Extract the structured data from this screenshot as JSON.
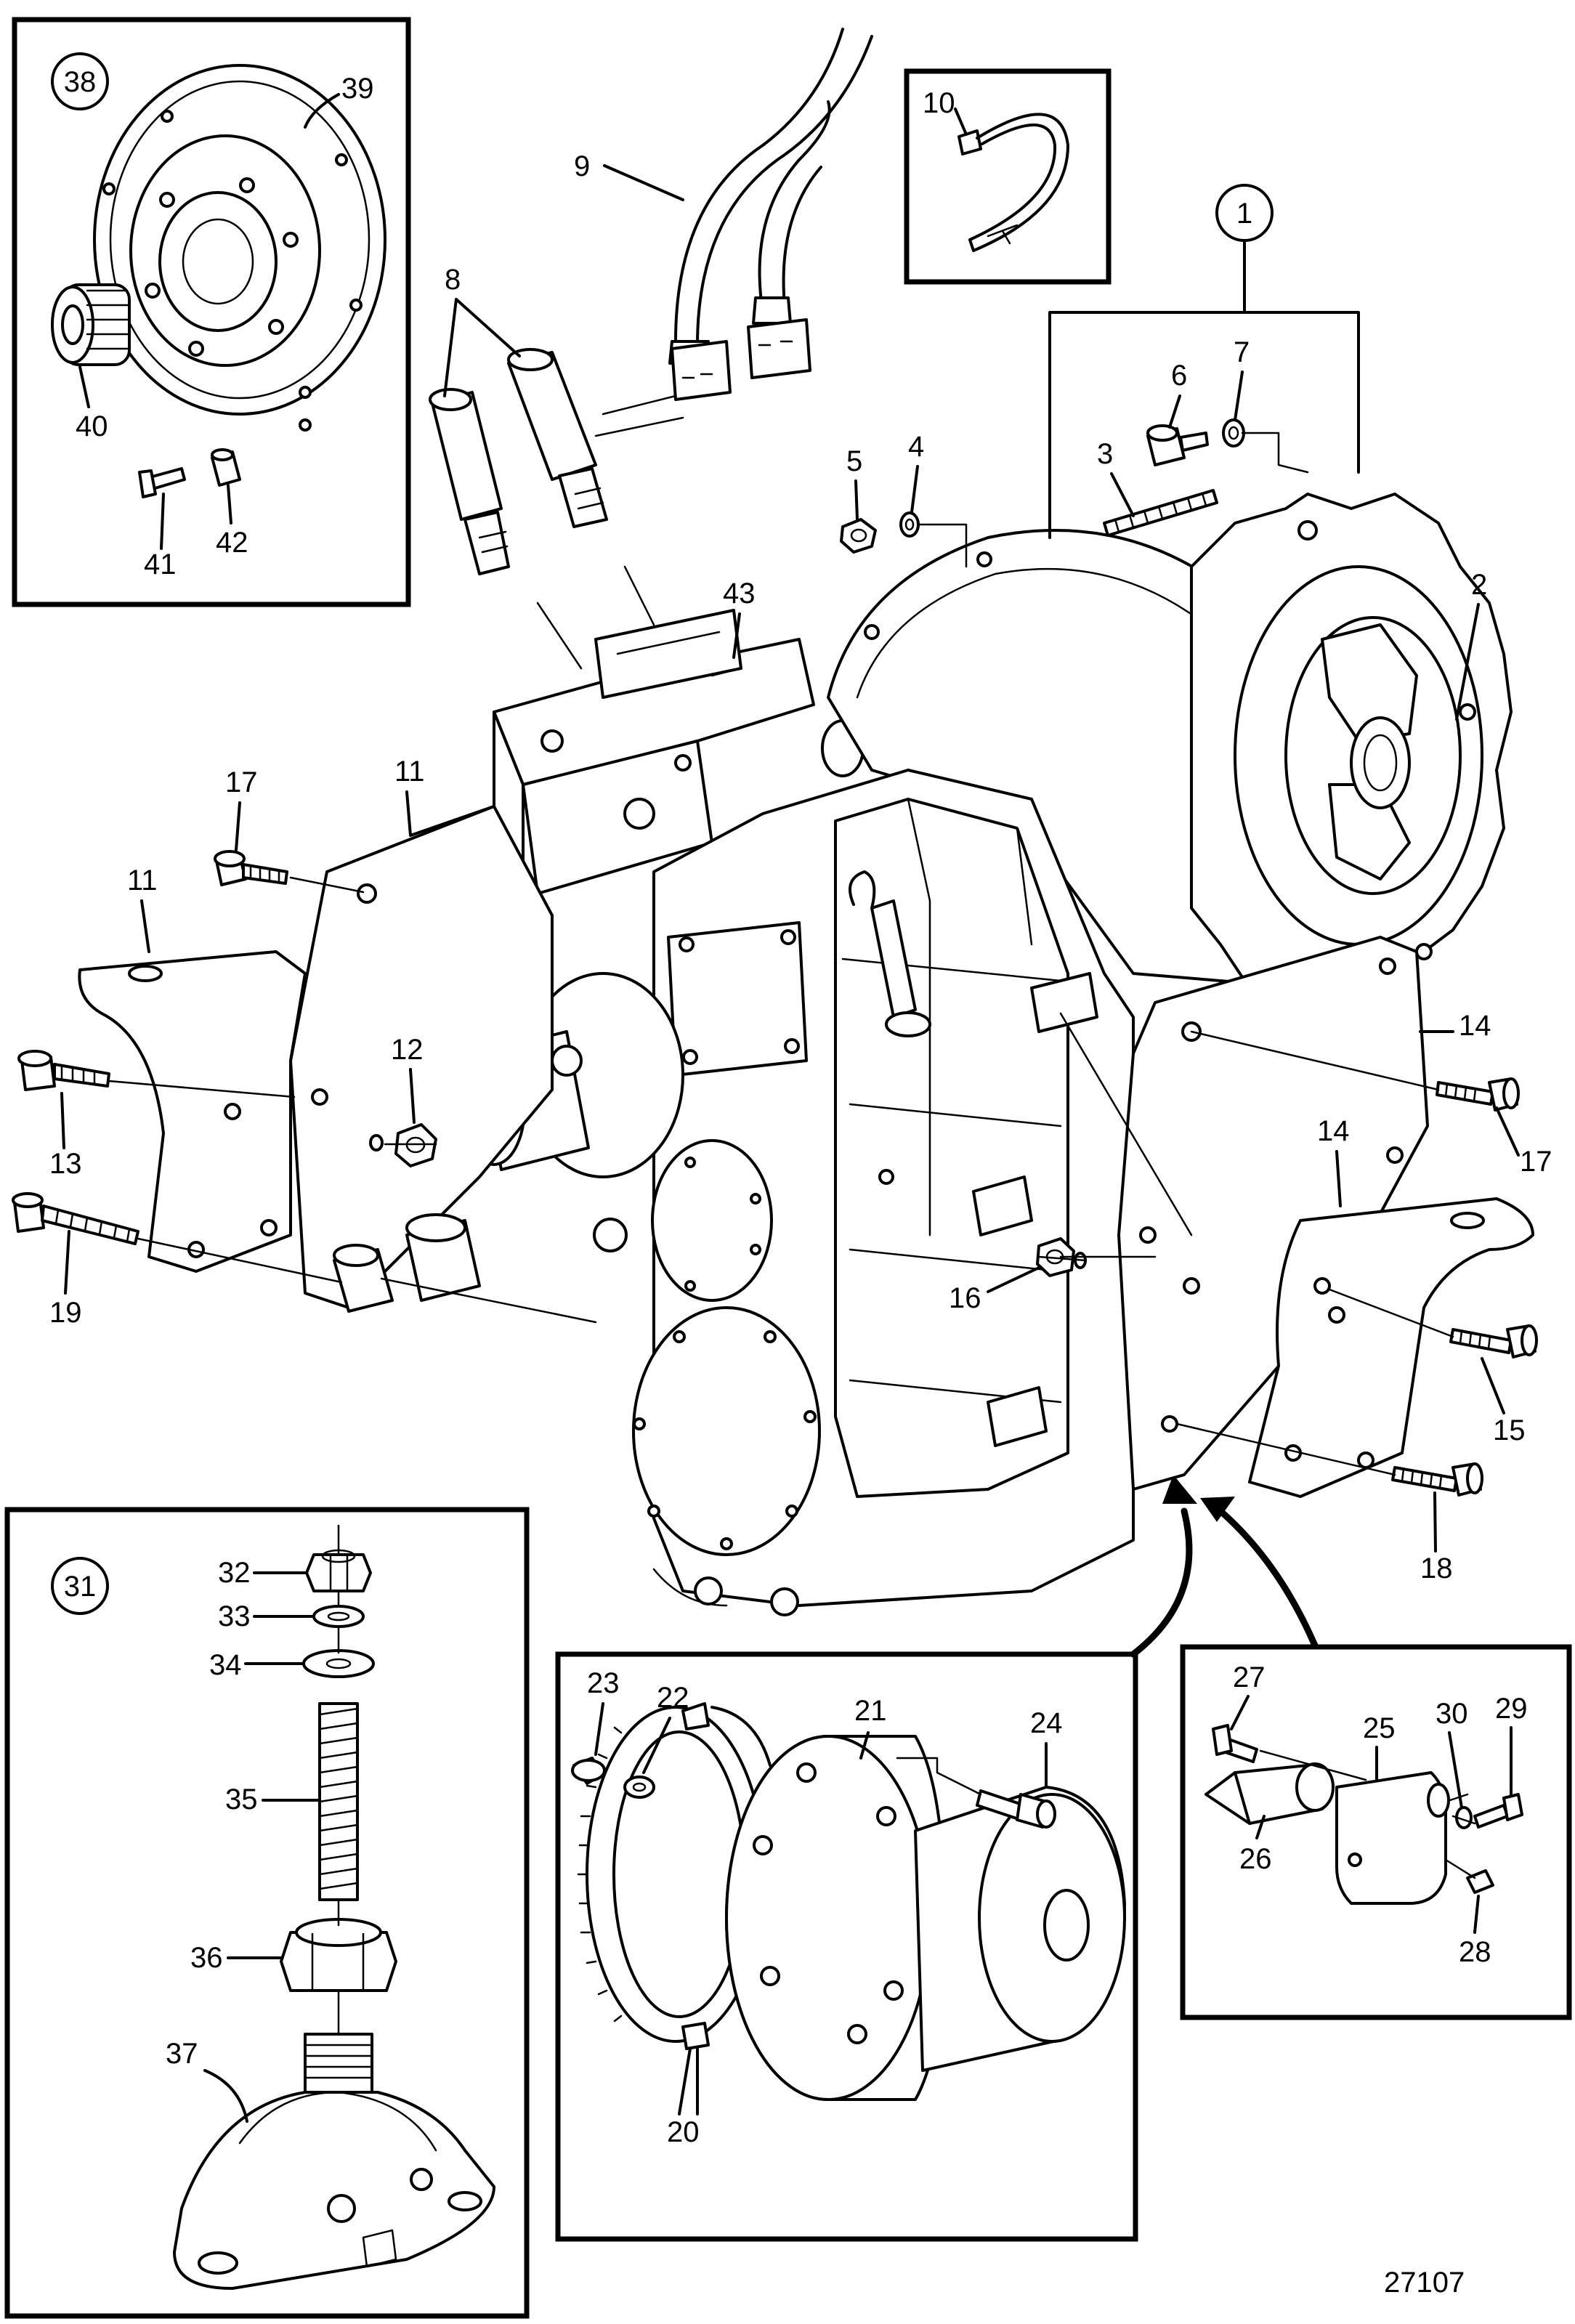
{
  "drawing_number": "27107",
  "callouts": {
    "c1": "1",
    "c2": "2",
    "c3": "3",
    "c4": "4",
    "c5": "5",
    "c6": "6",
    "c7": "7",
    "c8": "8",
    "c9": "9",
    "c10": "10",
    "c11a": "11",
    "c11b": "11",
    "c12": "12",
    "c13": "13",
    "c14a": "14",
    "c14b": "14",
    "c15": "15",
    "c16": "16",
    "c17a": "17",
    "c17b": "17",
    "c18": "18",
    "c19": "19",
    "c20": "20",
    "c21": "21",
    "c22": "22",
    "c23": "23",
    "c24": "24",
    "c25": "25",
    "c26": "26",
    "c27": "27",
    "c28": "28",
    "c29": "29",
    "c30": "30",
    "c31": "31",
    "c32": "32",
    "c33": "33",
    "c34": "34",
    "c35": "35",
    "c36": "36",
    "c37": "37",
    "c38": "38",
    "c39": "39",
    "c40": "40",
    "c41": "41",
    "c42": "42",
    "c43": "43"
  }
}
